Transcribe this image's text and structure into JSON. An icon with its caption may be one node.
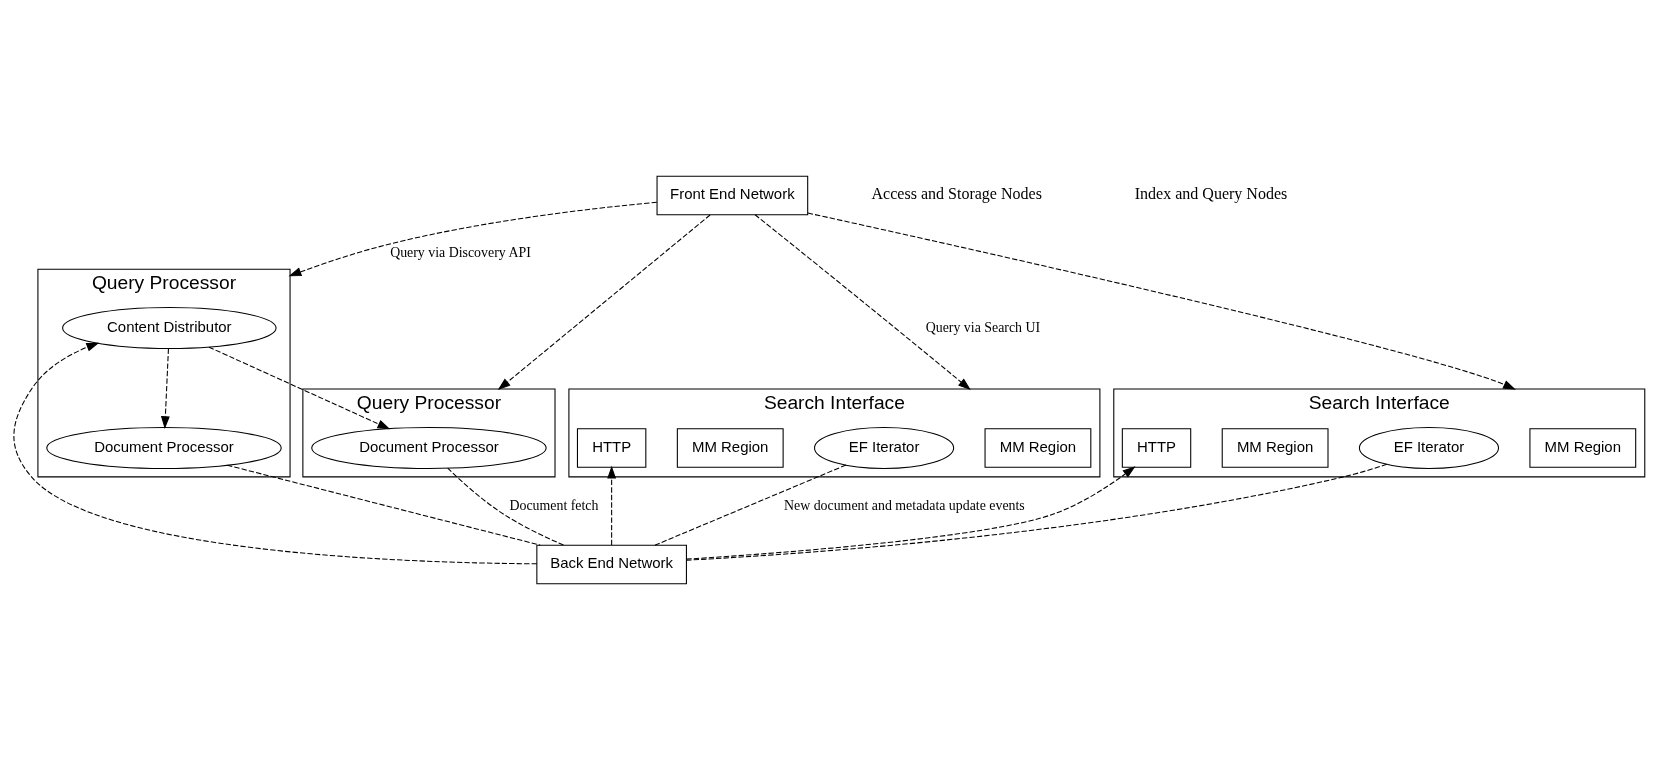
{
  "diagram": {
    "nodes": [
      {
        "text": [
          "Front End Network"
        ]
      },
      {
        "text": [
          "Search Interface"
        ]
      },
      {
        "text": [
          "MM Region"
        ],
        "in": 1
      },
      {
        "text": [
          "EF Iterator"
        ],
        "in": 1
      },
      {
        "text": [
          "MM Region"
        ],
        "in": 1
      },
      {
        "text": [
          "HTTP"
        ],
        "in": 1
      },
      {
        "text": [
          "Search Interface"
        ]
      },
      {
        "text": [
          "MM Region"
        ],
        "in": 6
      },
      {
        "text": [
          "EF Iterator"
        ],
        "in": 6
      },
      {
        "text": [
          "MM Region"
        ],
        "in": 6
      },
      {
        "text": [
          "HTTP"
        ],
        "in": 6
      },
      {
        "text": [
          "Query Processor"
        ]
      },
      {
        "text": [
          "Content Distributor"
        ],
        "in": 11
      },
      {
        "text": [
          "Document Processor"
        ],
        "in": 11
      },
      {
        "text": [
          "Query Processor"
        ]
      },
      {
        "text": [
          "Document Processor"
        ],
        "in": 14
      },
      {
        "text": [
          "Back End Network"
        ]
      }
    ],
    "edges": [
      {
        "from": 0,
        "to": 1,
        "arrow": "to",
        "style": "dashed",
        "label": "Query via Search UI"
      },
      {
        "from": 0,
        "to": 6,
        "arrow": "to",
        "style": "dashed"
      },
      {
        "from": 0,
        "to": 11,
        "arrow": "to",
        "style": "dashed",
        "label": "Query via Discovery API"
      },
      {
        "from": 0,
        "to": 14,
        "arrow": "to",
        "style": "dashed"
      },
      {
        "from": 12,
        "to": 13,
        "arrow": "to",
        "style": "dashed"
      },
      {
        "from": 12,
        "to": 15,
        "arrow": "to",
        "style": "dashed"
      },
      {
        "from": 16,
        "to": 5,
        "arrow": "to",
        "style": "dashed"
      },
      {
        "from": 16,
        "to": 10,
        "arrow": "to",
        "style": "dashed"
      },
      {
        "from": 16,
        "to": 12,
        "arrow": "to",
        "style": "dashed"
      },
      {
        "from": 13,
        "to": 16,
        "arrow": "none",
        "style": "dashed"
      },
      {
        "from": 15,
        "to": 16,
        "arrow": "none",
        "style": "dashed",
        "label": "Document fetch"
      },
      {
        "from": 3,
        "to": 16,
        "arrow": "none",
        "style": "dashed",
        "label": "New document and metadata update events"
      },
      {
        "from": 8,
        "to": 16,
        "arrow": "none",
        "style": "dashed"
      }
    ],
    "labels": [
      "Access and Storage Nodes",
      "Index and Query Nodes"
    ]
  }
}
